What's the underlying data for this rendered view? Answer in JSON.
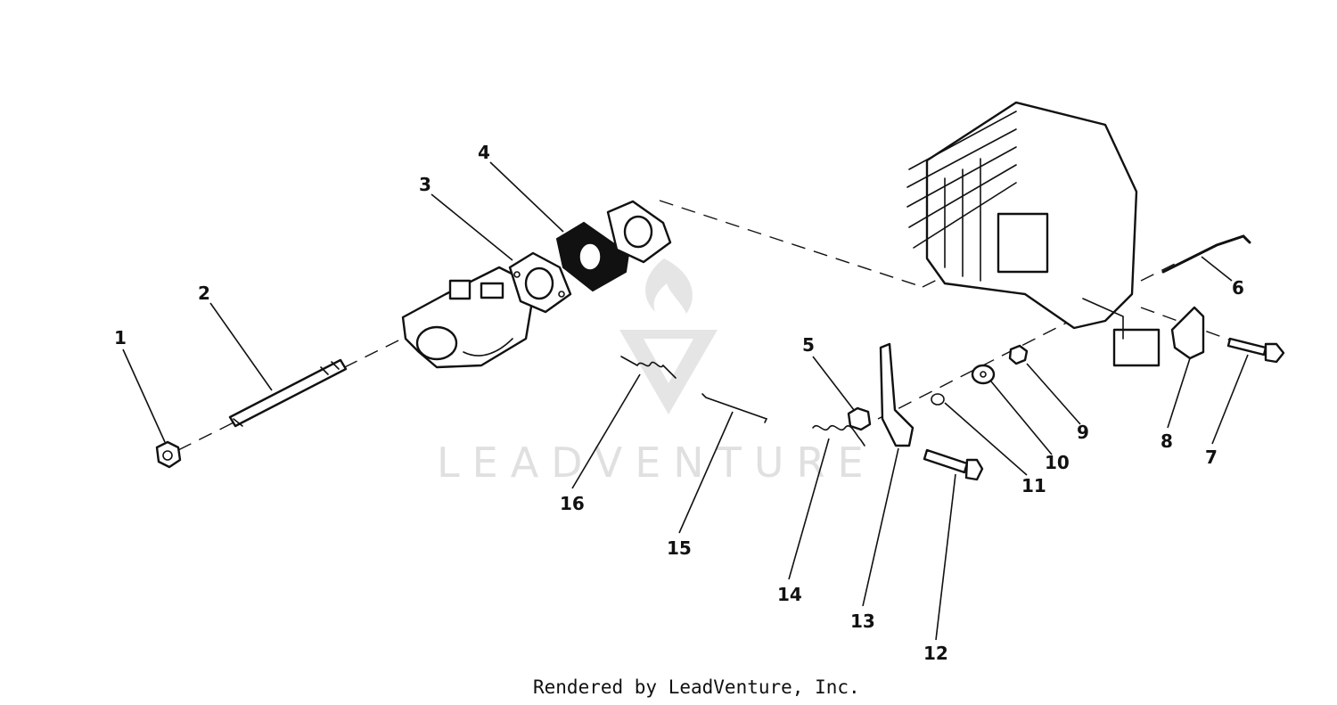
{
  "diagram": {
    "callouts": [
      {
        "number": "1"
      },
      {
        "number": "2"
      },
      {
        "number": "3"
      },
      {
        "number": "4"
      },
      {
        "number": "5"
      },
      {
        "number": "6"
      },
      {
        "number": "7"
      },
      {
        "number": "8"
      },
      {
        "number": "9"
      },
      {
        "number": "10"
      },
      {
        "number": "11"
      },
      {
        "number": "12"
      },
      {
        "number": "13"
      },
      {
        "number": "14"
      },
      {
        "number": "15"
      },
      {
        "number": "16"
      }
    ]
  },
  "watermark": {
    "text": "LEADVENTURE"
  },
  "footer": {
    "text": "Rendered by LeadVenture, Inc."
  },
  "colors": {
    "ink": "#111111",
    "watermark": "#c8c8c8",
    "background": "#ffffff"
  }
}
